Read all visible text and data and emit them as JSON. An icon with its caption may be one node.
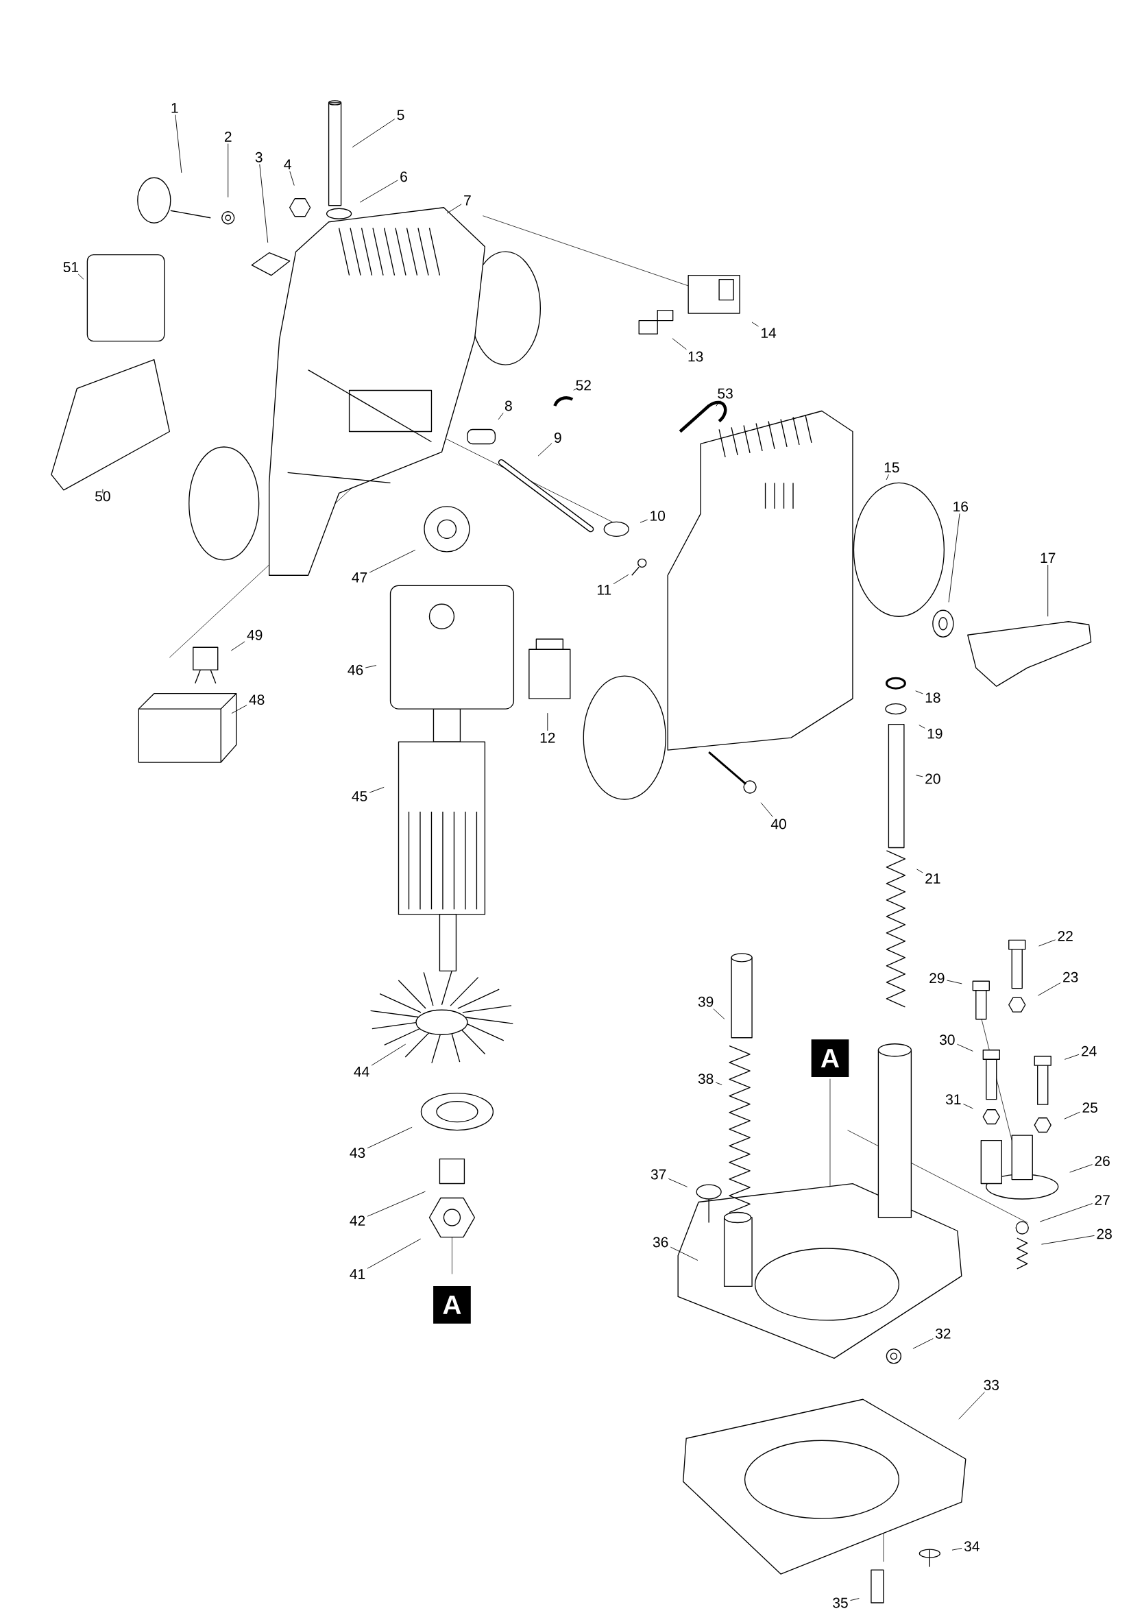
{
  "diagram": {
    "nodes": [
      {
        "text": [
          "1"
        ]
      },
      {
        "text": [
          "2"
        ]
      },
      {
        "text": [
          "3"
        ]
      },
      {
        "text": [
          "4"
        ]
      },
      {
        "text": [
          "5"
        ]
      },
      {
        "text": [
          "6"
        ]
      },
      {
        "text": [
          "7"
        ]
      },
      {
        "text": [
          "8"
        ]
      },
      {
        "text": [
          "9"
        ]
      },
      {
        "text": [
          "10"
        ]
      },
      {
        "text": [
          "11"
        ]
      },
      {
        "text": [
          "12"
        ]
      },
      {
        "text": [
          "13"
        ]
      },
      {
        "text": [
          "14"
        ]
      },
      {
        "text": [
          "15"
        ]
      },
      {
        "text": [
          "16"
        ]
      },
      {
        "text": [
          "17"
        ]
      },
      {
        "text": [
          "18"
        ]
      },
      {
        "text": [
          "19"
        ]
      },
      {
        "text": [
          "20"
        ]
      },
      {
        "text": [
          "21"
        ]
      },
      {
        "text": [
          "22"
        ]
      },
      {
        "text": [
          "23"
        ]
      },
      {
        "text": [
          "24"
        ]
      },
      {
        "text": [
          "25"
        ]
      },
      {
        "text": [
          "26"
        ]
      },
      {
        "text": [
          "27"
        ]
      },
      {
        "text": [
          "28"
        ]
      },
      {
        "text": [
          "29"
        ]
      },
      {
        "text": [
          "30"
        ]
      },
      {
        "text": [
          "31"
        ]
      },
      {
        "text": [
          "32"
        ]
      },
      {
        "text": [
          "33"
        ]
      },
      {
        "text": [
          "34"
        ]
      },
      {
        "text": [
          "35"
        ]
      },
      {
        "text": [
          "36"
        ]
      },
      {
        "text": [
          "37"
        ]
      },
      {
        "text": [
          "38"
        ]
      },
      {
        "text": [
          "39"
        ]
      },
      {
        "text": [
          "40"
        ]
      },
      {
        "text": [
          "41"
        ]
      },
      {
        "text": [
          "42"
        ]
      },
      {
        "text": [
          "43"
        ]
      },
      {
        "text": [
          "44"
        ]
      },
      {
        "text": [
          "45"
        ]
      },
      {
        "text": [
          "46"
        ]
      },
      {
        "text": [
          "47"
        ]
      },
      {
        "text": [
          "48"
        ]
      },
      {
        "text": [
          "49"
        ]
      },
      {
        "text": [
          "50"
        ]
      },
      {
        "text": [
          "51"
        ]
      },
      {
        "text": [
          "52"
        ]
      },
      {
        "text": [
          "53"
        ]
      }
    ],
    "edges": [
      {
        "from": 0,
        "to": null,
        "arrow": "none"
      },
      {
        "from": 1,
        "to": null,
        "arrow": "none"
      },
      {
        "from": 2,
        "to": null,
        "arrow": "none"
      },
      {
        "from": 3,
        "to": null,
        "arrow": "none"
      },
      {
        "from": 4,
        "to": null,
        "arrow": "none"
      },
      {
        "from": 5,
        "to": null,
        "arrow": "none"
      },
      {
        "from": 6,
        "to": null,
        "arrow": "none"
      },
      {
        "from": 7,
        "to": null,
        "arrow": "none"
      },
      {
        "from": 8,
        "to": null,
        "arrow": "none"
      },
      {
        "from": 9,
        "to": null,
        "arrow": "none"
      },
      {
        "from": 10,
        "to": null,
        "arrow": "none"
      },
      {
        "from": 11,
        "to": null,
        "arrow": "none"
      },
      {
        "from": 12,
        "to": null,
        "arrow": "none"
      },
      {
        "from": 13,
        "to": null,
        "arrow": "none"
      },
      {
        "from": 14,
        "to": null,
        "arrow": "none"
      },
      {
        "from": 15,
        "to": null,
        "arrow": "none"
      },
      {
        "from": 16,
        "to": null,
        "arrow": "none"
      },
      {
        "from": 17,
        "to": null,
        "arrow": "none"
      },
      {
        "from": 18,
        "to": null,
        "arrow": "none"
      },
      {
        "from": 19,
        "to": null,
        "arrow": "none"
      },
      {
        "from": 20,
        "to": null,
        "arrow": "none"
      },
      {
        "from": 21,
        "to": null,
        "arrow": "none"
      },
      {
        "from": 22,
        "to": null,
        "arrow": "none"
      },
      {
        "from": 23,
        "to": null,
        "arrow": "none"
      },
      {
        "from": 24,
        "to": null,
        "arrow": "none"
      },
      {
        "from": 25,
        "to": null,
        "arrow": "none"
      },
      {
        "from": 26,
        "to": null,
        "arrow": "none"
      },
      {
        "from": 27,
        "to": null,
        "arrow": "none"
      },
      {
        "from": 28,
        "to": null,
        "arrow": "none"
      },
      {
        "from": 29,
        "to": null,
        "arrow": "none"
      },
      {
        "from": 30,
        "to": null,
        "arrow": "none"
      },
      {
        "from": 31,
        "to": null,
        "arrow": "none"
      },
      {
        "from": 32,
        "to": null,
        "arrow": "none"
      },
      {
        "from": 33,
        "to": null,
        "arrow": "none"
      },
      {
        "from": 34,
        "to": null,
        "arrow": "none"
      },
      {
        "from": 35,
        "to": null,
        "arrow": "none"
      },
      {
        "from": 36,
        "to": null,
        "arrow": "none"
      },
      {
        "from": 37,
        "to": null,
        "arrow": "none"
      },
      {
        "from": 38,
        "to": null,
        "arrow": "none"
      },
      {
        "from": 39,
        "to": null,
        "arrow": "none"
      },
      {
        "from": 40,
        "to": null,
        "arrow": "none"
      },
      {
        "from": 41,
        "to": null,
        "arrow": "none"
      },
      {
        "from": 42,
        "to": null,
        "arrow": "none"
      },
      {
        "from": 43,
        "to": null,
        "arrow": "none"
      },
      {
        "from": 44,
        "to": null,
        "arrow": "none"
      },
      {
        "from": 45,
        "to": null,
        "arrow": "none"
      },
      {
        "from": 46,
        "to": null,
        "arrow": "none"
      },
      {
        "from": 47,
        "to": null,
        "arrow": "none"
      },
      {
        "from": 48,
        "to": null,
        "arrow": "none"
      },
      {
        "from": 49,
        "to": null,
        "arrow": "none"
      },
      {
        "from": 50,
        "to": null,
        "arrow": "none"
      },
      {
        "from": 51,
        "to": null,
        "arrow": "none"
      },
      {
        "from": 52,
        "to": null,
        "arrow": "none"
      }
    ],
    "labels": [
      "A",
      "A"
    ]
  }
}
